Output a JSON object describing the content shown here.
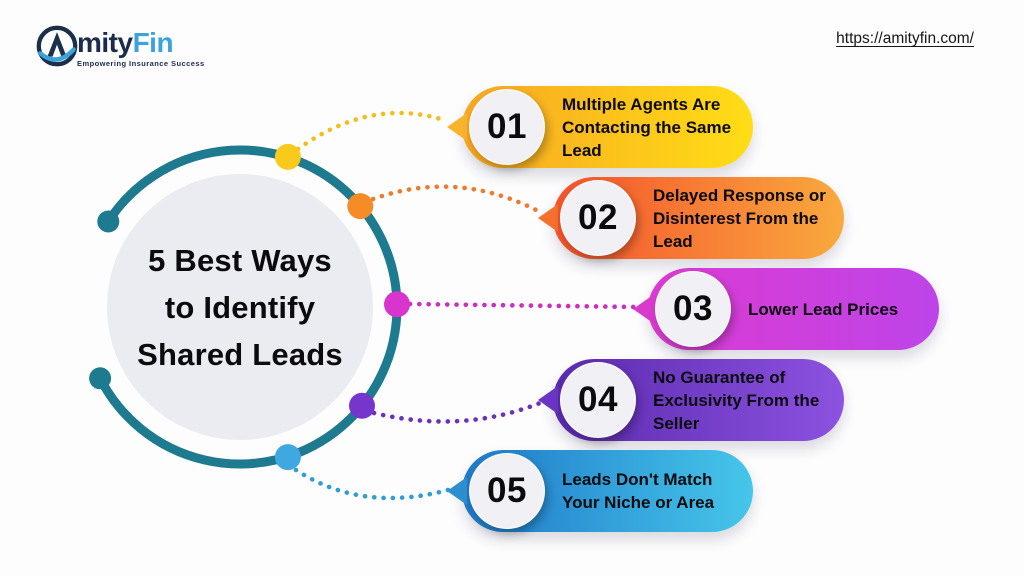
{
  "header": {
    "logo": {
      "brand_prefix": "mity",
      "brand_suffix": "Fin",
      "tagline": "Empowering Insurance Success"
    },
    "url": "https://amityfin.com/"
  },
  "center": {
    "title_line1": "5 Best Ways",
    "title_line2": "to Identify",
    "title_line3": "Shared Leads"
  },
  "items": [
    {
      "number": "01",
      "text": "Multiple Agents Are Contacting the Same Lead",
      "color_start": "#F7A623",
      "color_end": "#FFDD15",
      "tail_color": "#F8B42A",
      "dot_color": "#F7CA1C",
      "connector_color": "#F2BE1E"
    },
    {
      "number": "02",
      "text": "Delayed Response or Disinterest From the Lead",
      "color_start": "#F4512B",
      "color_end": "#F9A93E",
      "tail_color": "#F4702C",
      "dot_color": "#F68C27",
      "connector_color": "#EE7A2E"
    },
    {
      "number": "03",
      "text": "Lower Lead Prices",
      "color_start": "#DC3BD2",
      "color_end": "#BE44E8",
      "tail_color": "#D93ACC",
      "dot_color": "#D935CE",
      "connector_color": "#CC2FC0"
    },
    {
      "number": "04",
      "text": "No Guarantee of Exclusivity From the Seller",
      "color_start": "#5A2AAE",
      "color_end": "#8C52E0",
      "tail_color": "#6A35C4",
      "dot_color": "#7635CC",
      "connector_color": "#6A30BE"
    },
    {
      "number": "05",
      "text": "Leads Don't Match Your Niche or Area",
      "color_start": "#1E78C8",
      "color_end": "#46C6EA",
      "tail_color": "#2E8FD0",
      "dot_color": "#3FA8E0",
      "connector_color": "#2D9ED6"
    }
  ],
  "colors": {
    "arc": "#1E7A8E",
    "inner_circle": "#EAECF2",
    "logo_navy": "#1B2B4C",
    "logo_blue": "#3AA3DC",
    "text": "#0B0B0D"
  }
}
